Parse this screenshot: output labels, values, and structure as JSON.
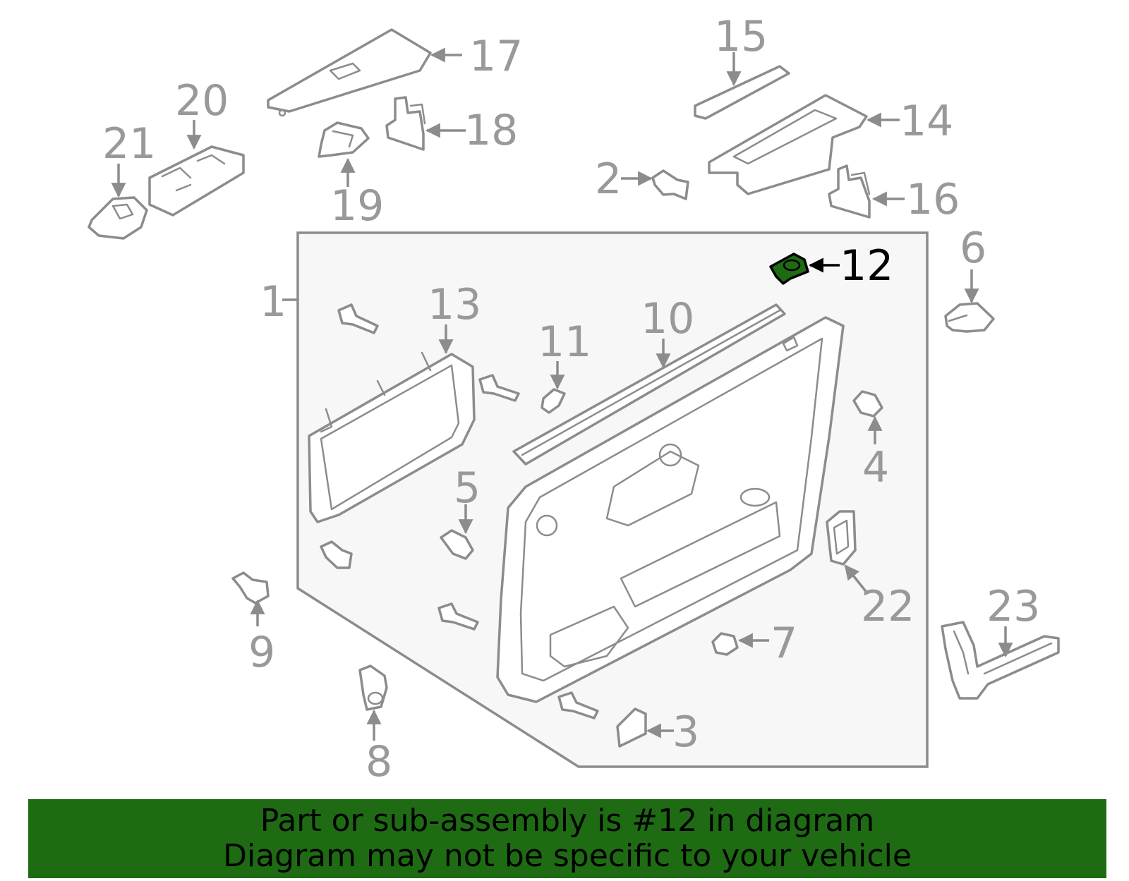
{
  "callouts": {
    "p1": "1",
    "p2": "2",
    "p3": "3",
    "p4": "4",
    "p5": "5",
    "p6": "6",
    "p7": "7",
    "p8": "8",
    "p9": "9",
    "p10": "10",
    "p11": "11",
    "p12": "12",
    "p13": "13",
    "p14": "14",
    "p15": "15",
    "p16": "16",
    "p17": "17",
    "p18": "18",
    "p19": "19",
    "p20": "20",
    "p21": "21",
    "p22": "22",
    "p23": "23"
  },
  "highlighted_part": "12",
  "banner": {
    "line1": "Part or sub-assembly is #12 in diagram",
    "line2": "Diagram may not be specific to your vehicle"
  },
  "colors": {
    "banner_bg": "#1e6b14",
    "highlight_part": "#1e6b14",
    "line_gray": "#8c8c8c",
    "label_gray": "#999999"
  }
}
